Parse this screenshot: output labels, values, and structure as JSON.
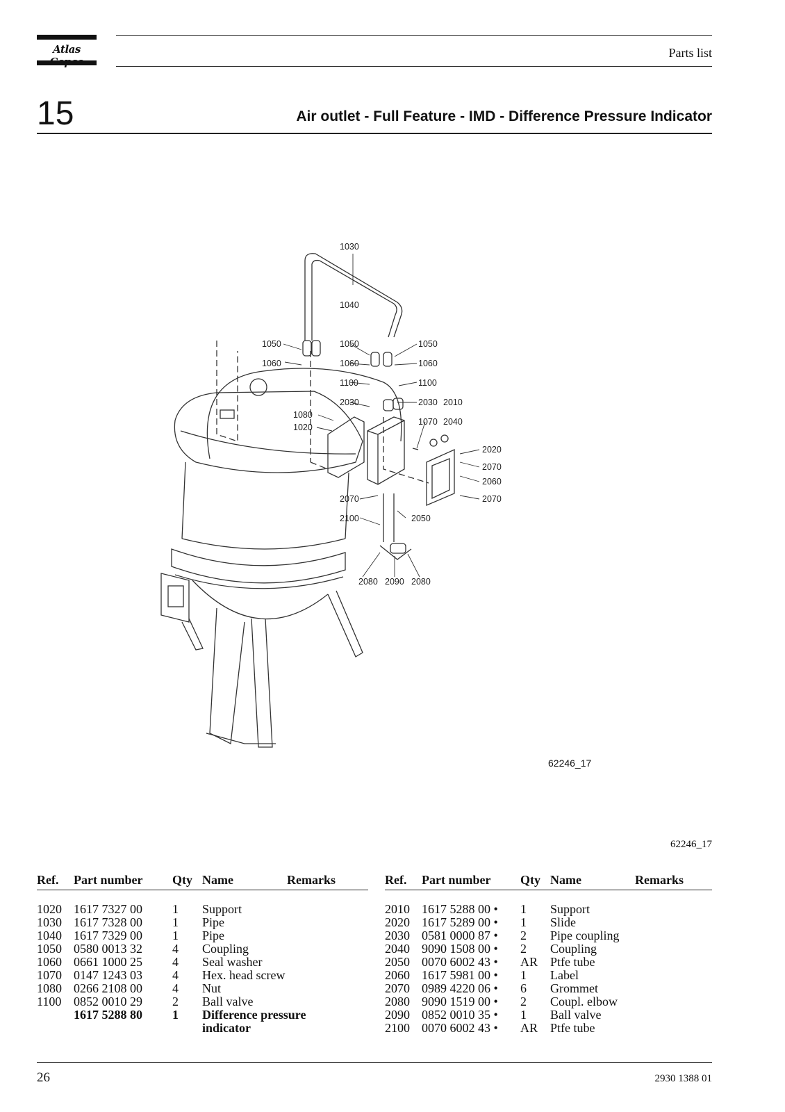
{
  "header": {
    "brand": "Atlas Copco",
    "section": "Parts list"
  },
  "chapter": {
    "number": "15",
    "title": "Air outlet - Full Feature - IMD - Difference Pressure Indicator"
  },
  "figure": {
    "id_inner": "62246_17",
    "id_caption": "62246_17",
    "callouts": [
      "1030",
      "1040",
      "1050",
      "1050",
      "1050",
      "1060",
      "1060",
      "1060",
      "1100",
      "1100",
      "2030",
      "2030",
      "2010",
      "1080",
      "1020",
      "1070",
      "2040",
      "2020",
      "2070",
      "2060",
      "2070",
      "2070",
      "2100",
      "2050",
      "2080",
      "2090",
      "2080"
    ]
  },
  "table": {
    "headers": {
      "ref": "Ref.",
      "part_number": "Part number",
      "qty": "Qty",
      "name": "Name",
      "remarks": "Remarks"
    },
    "left_rows": [
      {
        "ref": "1020",
        "part_number": "1617 7327 00",
        "qty": "1",
        "name": "Support"
      },
      {
        "ref": "1030",
        "part_number": "1617 7328 00",
        "qty": "1",
        "name": "Pipe"
      },
      {
        "ref": "1040",
        "part_number": "1617 7329 00",
        "qty": "1",
        "name": "Pipe"
      },
      {
        "ref": "1050",
        "part_number": "0580 0013 32",
        "qty": "4",
        "name": "Coupling"
      },
      {
        "ref": "1060",
        "part_number": "0661 1000 25",
        "qty": "4",
        "name": "Seal washer"
      },
      {
        "ref": "1070",
        "part_number": "0147 1243 03",
        "qty": "4",
        "name": "Hex. head screw"
      },
      {
        "ref": "1080",
        "part_number": "0266 2108 00",
        "qty": "4",
        "name": "Nut"
      },
      {
        "ref": "1100",
        "part_number": "0852 0010 29",
        "qty": "2",
        "name": "Ball valve"
      },
      {
        "ref": "",
        "part_number": "1617 5288 80",
        "qty": "1",
        "name": "Difference pressure"
      },
      {
        "ref": "",
        "part_number": "",
        "qty": "",
        "name": "indicator"
      }
    ],
    "right_rows": [
      {
        "ref": "2010",
        "part_number": "1617 5288 00 •",
        "qty": "1",
        "name": "Support"
      },
      {
        "ref": "2020",
        "part_number": "1617 5289 00 •",
        "qty": "1",
        "name": "Slide"
      },
      {
        "ref": "2030",
        "part_number": "0581 0000 87 •",
        "qty": "2",
        "name": "Pipe coupling"
      },
      {
        "ref": "2040",
        "part_number": "9090 1508 00 •",
        "qty": "2",
        "name": "Coupling"
      },
      {
        "ref": "2050",
        "part_number": "0070 6002 43 •",
        "qty": "AR",
        "name": "Ptfe tube"
      },
      {
        "ref": "2060",
        "part_number": "1617 5981 00 •",
        "qty": "1",
        "name": "Label"
      },
      {
        "ref": "2070",
        "part_number": "0989 4220 06 •",
        "qty": "6",
        "name": "Grommet"
      },
      {
        "ref": "2080",
        "part_number": "9090 1519 00 •",
        "qty": "2",
        "name": "Coupl. elbow"
      },
      {
        "ref": "2090",
        "part_number": "0852 0010 35 •",
        "qty": "1",
        "name": "Ball valve"
      },
      {
        "ref": "2100",
        "part_number": "0070 6002 43 •",
        "qty": "AR",
        "name": "Ptfe tube"
      }
    ]
  },
  "footer": {
    "page": "26",
    "doc_number": "2930 1388 01"
  }
}
